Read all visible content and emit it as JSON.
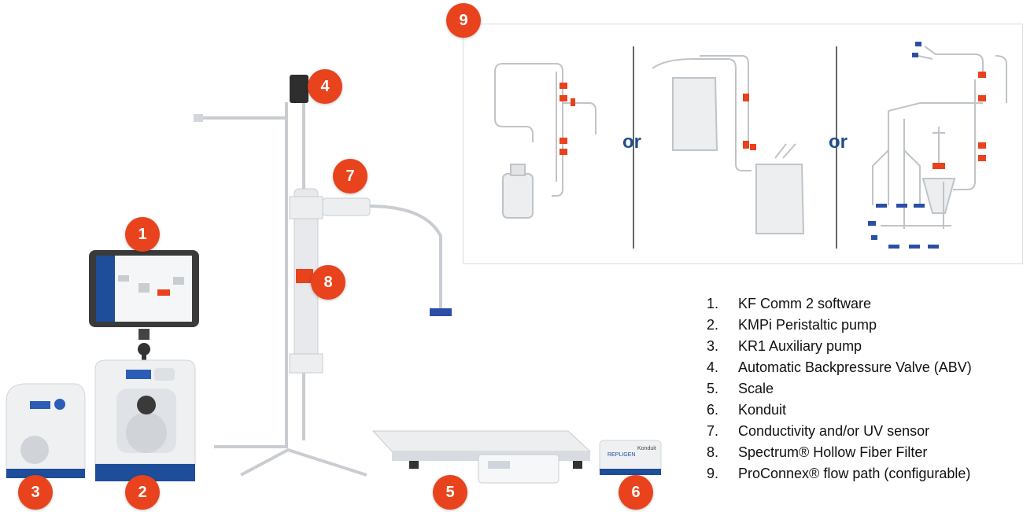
{
  "colors": {
    "badge": "#e8431d",
    "or_text": "#1f4e8c",
    "device_blue": "#1e4d9a",
    "accent_orange": "#e8431d",
    "device_white": "#eef0f2",
    "frame_dark": "#3a3a3a"
  },
  "badges": [
    {
      "id": "1",
      "label": "1"
    },
    {
      "id": "2",
      "label": "2"
    },
    {
      "id": "3",
      "label": "3"
    },
    {
      "id": "4",
      "label": "4"
    },
    {
      "id": "5",
      "label": "5"
    },
    {
      "id": "6",
      "label": "6"
    },
    {
      "id": "7",
      "label": "7"
    },
    {
      "id": "8",
      "label": "8"
    },
    {
      "id": "9",
      "label": "9"
    }
  ],
  "flowpath_panel": {
    "or_labels": [
      "or",
      "or"
    ]
  },
  "legend": {
    "items": [
      {
        "num": "1.",
        "text": "KF Comm 2 software"
      },
      {
        "num": "2.",
        "text": "KMPi Peristaltic pump"
      },
      {
        "num": "3.",
        "text": "KR1 Auxiliary pump"
      },
      {
        "num": "4.",
        "text": "Automatic Backpressure Valve (ABV)"
      },
      {
        "num": "5.",
        "text": "Scale"
      },
      {
        "num": "6.",
        "text": "Konduit"
      },
      {
        "num": "7.",
        "text": "Conductivity and/or UV sensor"
      },
      {
        "num": "8.",
        "text": "Spectrum® Hollow Fiber Filter"
      },
      {
        "num": "9.",
        "text": "ProConnex® flow path (configurable)"
      }
    ]
  },
  "devices": {
    "konduit_label": "Konduit"
  }
}
